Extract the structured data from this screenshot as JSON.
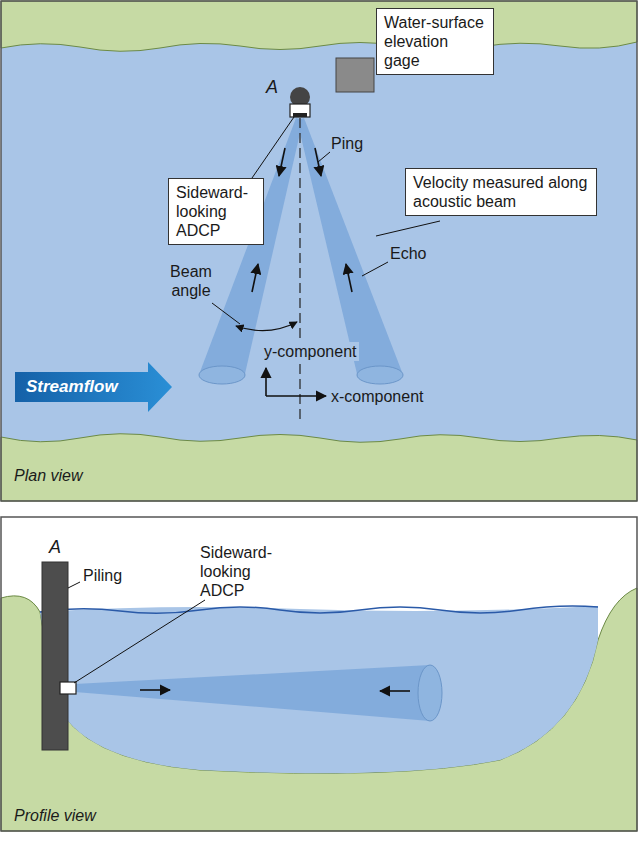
{
  "diagram": {
    "nodes": [
      {
        "text": [
          "Water-surface elevation gage"
        ]
      },
      {
        "text": [
          "Sideward- looking ADCP"
        ]
      },
      {
        "text": [
          "Velocity measured along acoustic beam"
        ]
      }
    ],
    "labels": [
      "A",
      "Ping",
      "Echo",
      "Beam angle",
      "y-component",
      "x-component",
      "Streamflow",
      "Plan view",
      "A",
      "Piling",
      "Sideward- looking ADCP",
      "Profile view"
    ]
  }
}
